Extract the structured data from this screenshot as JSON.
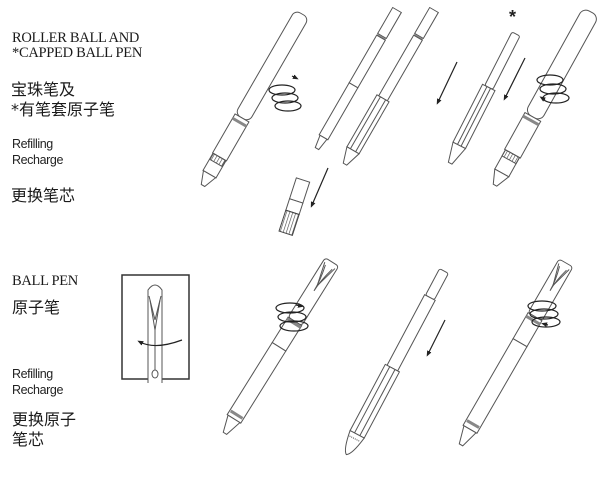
{
  "section_roller": {
    "title_en_line1": "ROLLER BALL AND",
    "title_en_line2": "*CAPPED BALL PEN",
    "title_zh_line1": "宝珠笔及",
    "title_zh_line2": "*有笔套原子笔",
    "action_en_line1": "Refilling",
    "action_en_line2": "Recharge",
    "action_zh": "更换笔芯",
    "asterisk_marker": "*"
  },
  "section_ballpen": {
    "title_en": "BALL PEN",
    "title_zh": "原子笔",
    "action_en_line1": "Refilling",
    "action_en_line2": "Recharge",
    "action_zh_line1": "更换原子",
    "action_zh_line2": "笔芯"
  },
  "steps_roller": [
    "unscrew-barrel",
    "remove-old-refill",
    "insert-new-refill",
    "insert-capped-refill",
    "screw-barrel-back"
  ],
  "steps_ballpen": [
    "twist-detail-inset",
    "unscrew-barrel",
    "insert-new-refill",
    "screw-barrel-back"
  ],
  "colors": {
    "line": "#555555",
    "dark": "#222222",
    "background": "#ffffff"
  }
}
